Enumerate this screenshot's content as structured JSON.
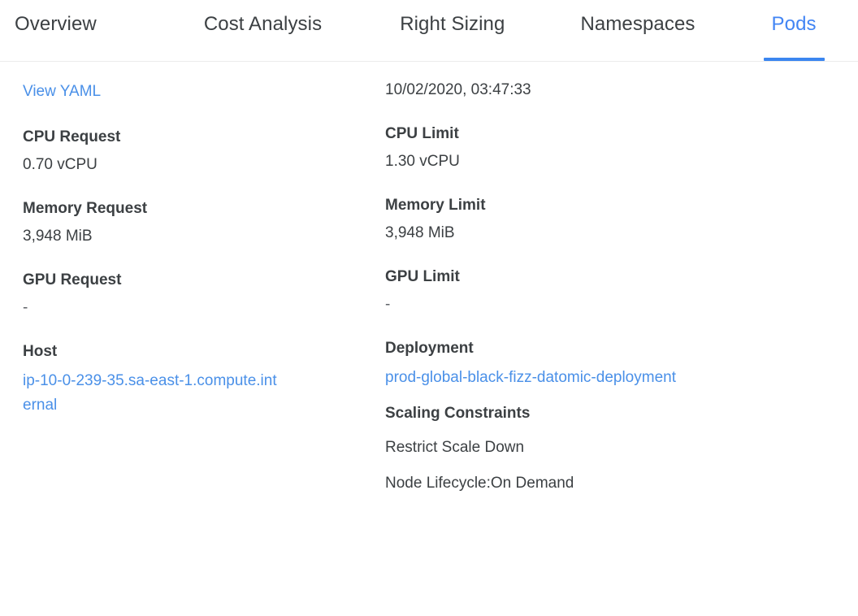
{
  "theme": {
    "accent_blue": "#4285f4",
    "link_blue": "#4a90e8",
    "underline_blue": "#3b86f0",
    "text_dark": "#3c4043",
    "divider": "#ececec",
    "background": "#ffffff"
  },
  "tabs": [
    {
      "label": "Overview",
      "active": false
    },
    {
      "label": "Cost Analysis",
      "active": false
    },
    {
      "label": "Right Sizing",
      "active": false
    },
    {
      "label": "Namespaces",
      "active": false
    },
    {
      "label": "Pods",
      "active": true
    }
  ],
  "details": {
    "view_yaml_link": "View YAML",
    "timestamp": "10/02/2020, 03:47:33",
    "left_column": [
      {
        "label": "CPU Request",
        "value": "0.70 vCPU"
      },
      {
        "label": "Memory Request",
        "value": "3,948 MiB"
      },
      {
        "label": "GPU Request",
        "value": "-"
      },
      {
        "label": "Host",
        "value": "ip-10-0-239-35.sa-east-1.compute.internal",
        "is_link": true
      }
    ],
    "right_column": [
      {
        "label": "CPU Limit",
        "value": "1.30 vCPU"
      },
      {
        "label": "Memory Limit",
        "value": "3,948 MiB"
      },
      {
        "label": "GPU Limit",
        "value": "-"
      },
      {
        "label": "Deployment",
        "value": "prod-global-black-fizz-datomic-deployment",
        "is_link": true
      }
    ],
    "scaling_constraints": {
      "heading": "Scaling Constraints",
      "items": [
        "Restrict Scale Down",
        "Node Lifecycle:On Demand"
      ]
    }
  }
}
